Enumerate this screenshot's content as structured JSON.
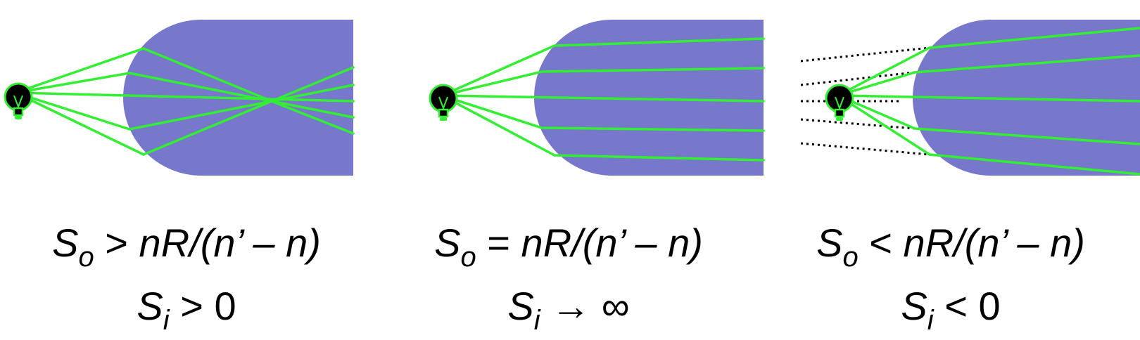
{
  "panels": [
    {
      "case": "converging",
      "condition": {
        "var": "S",
        "sub": "o",
        "op": ">",
        "expr": "nR/(n’ – n)"
      },
      "result": {
        "var": "S",
        "sub": "i",
        "op": ">",
        "value": "0"
      }
    },
    {
      "case": "parallel",
      "condition": {
        "var": "S",
        "sub": "o",
        "op": "=",
        "expr": "nR/(n’ – n)"
      },
      "result": {
        "var": "S",
        "sub": "i",
        "op": "→",
        "value": "∞"
      }
    },
    {
      "case": "diverging",
      "condition": {
        "var": "S",
        "sub": "o",
        "op": "<",
        "expr": "nR/(n’ – n)"
      },
      "result": {
        "var": "S",
        "sub": "i",
        "op": "<",
        "value": "0"
      }
    }
  ],
  "colors": {
    "medium": "#7777cc",
    "ray": "#33ee33",
    "bulb": "#000000",
    "virtual_ray": "#000000"
  },
  "icons": [
    "light-bulb-icon"
  ]
}
